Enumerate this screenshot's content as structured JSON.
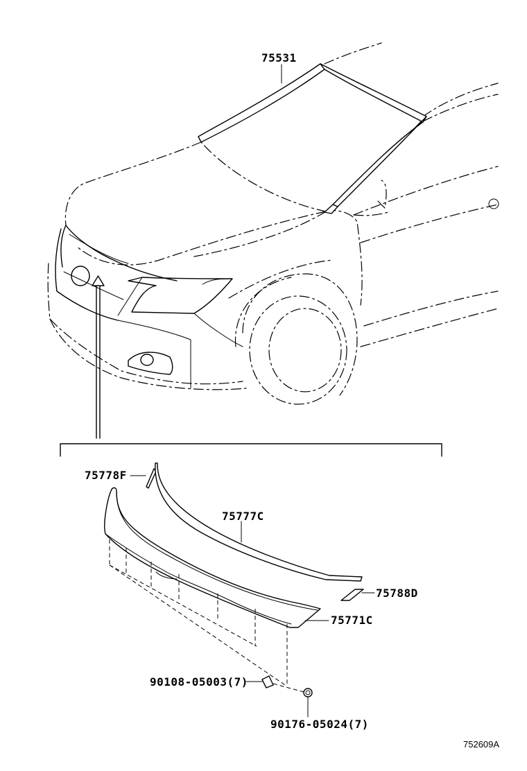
{
  "callouts": {
    "p75531": "75531",
    "p75778f": "75778F",
    "p75777c": "75777C",
    "p75788d": "75788D",
    "p75771c": "75771C",
    "p90108": "90108-05003(7)",
    "p90176": "90176-05024(7)"
  },
  "diagram_ref": "752609A"
}
